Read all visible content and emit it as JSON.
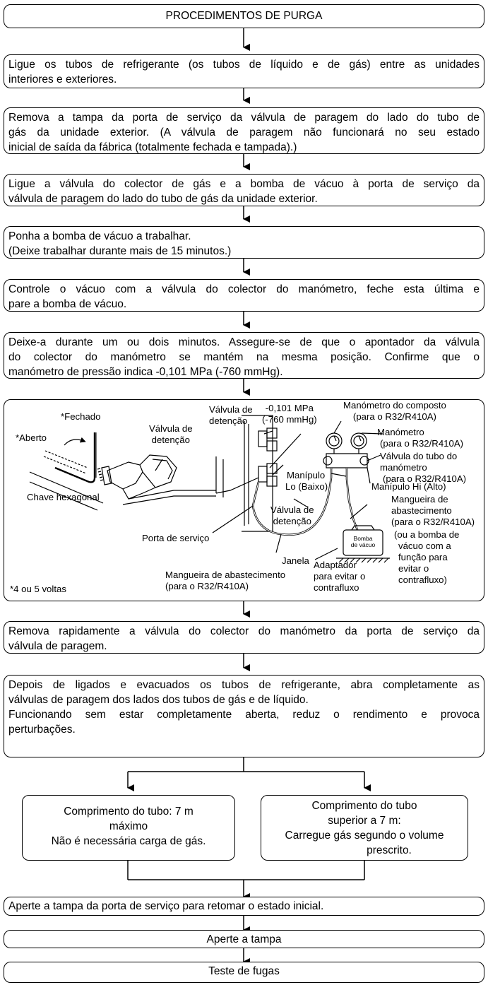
{
  "title": "PROCEDIMENTOS DE PURGA",
  "steps": {
    "s1": [
      "Ligue os tubos de refrigerante (os tubos de líquido e de gás) entre as unidades",
      "interiores e exteriores."
    ],
    "s2": [
      "Remova a tampa da porta de serviço da válvula de paragem do lado do tubo de",
      "gás da unidade exterior. (A válvula de paragem não funcionará no seu estado",
      "inicial de saída da fábrica (totalmente fechada e tampada).)"
    ],
    "s3": [
      "Ligue a válvula do colector de gás e a bomba de vácuo à porta de serviço da",
      "válvula de paragem do lado do tubo de gás da unidade exterior."
    ],
    "s4": [
      "Ponha a bomba de vácuo a trabalhar.",
      "(Deixe trabalhar durante mais de 15 minutos.)"
    ],
    "s5": [
      "Controle o vácuo com a válvula do colector do manómetro, feche esta última e",
      "pare a bomba de vácuo."
    ],
    "s6": [
      "Deixe-a durante um ou dois minutos. Assegure-se de que o apontador da válvula",
      "do colector do manómetro se mantém na mesma posição. Confirme que o",
      "manómetro de pressão indica -0,101 MPa (-760 mmHg)."
    ],
    "s7": [
      "Remova rapidamente a válvula do colector do manómetro da porta de serviço da",
      "válvula de paragem."
    ],
    "s8": [
      "Depois de ligados e evacuados os tubos de refrigerante, abra completamente as",
      "válvulas de paragem dos lados dos tubos de gás e de líquido.",
      "Funcionando sem estar completamente aberta, reduz o rendimento e provoca",
      "perturbações."
    ],
    "branch_left": [
      "Comprimento do tubo: 7 m",
      "máximo",
      "Não é necessária carga de gás."
    ],
    "branch_right": [
      "Comprimento do tubo",
      "superior a 7 m:",
      "Carregue gás segundo o volume",
      "prescrito."
    ],
    "s9": "Aperte a tampa da porta de serviço para retomar o estado inicial.",
    "s10": "Aperte a tampa",
    "s11": "Teste de fugas"
  },
  "diagram": {
    "fechado": "*Fechado",
    "aberto": "*Aberto",
    "chave": "Chave hexagonal",
    "valvula_detencao_left": [
      "Válvula de",
      "detenção"
    ],
    "valvula_detencao_top": [
      "Válvula de",
      "detenção"
    ],
    "pressure": [
      "-0,101 MPa",
      "(-760 mmHg)"
    ],
    "manometro_composto": [
      "Manómetro do composto",
      "(para o R32/R410A)"
    ],
    "manometro": [
      "Manómetro",
      "(para o R32/R410A)"
    ],
    "valvula_tubo": [
      "Válvula do tubo do",
      "manómetro",
      "(para o R32/R410A)"
    ],
    "manipulo_lo": [
      "Manípulo",
      "Lo (Baixo)"
    ],
    "manipulo_hi": "Manípulo Hi (Alto)",
    "valvula_detencao_mid": [
      "Válvula de",
      "detenção"
    ],
    "mangueira_right": [
      "Mangueira de",
      "abastecimento",
      "(para o R32/R410A)"
    ],
    "porta_servico": "Porta de serviço",
    "bomba": [
      "Bomba",
      "de vácuo"
    ],
    "ou_bomba": [
      "(ou a bomba de",
      "vácuo com a",
      "função para",
      "evitar o",
      "contrafluxo)"
    ],
    "janela": "Janela",
    "mangueira_bottom": [
      "Mangueira de abastecimento",
      "(para o R32/R410A)"
    ],
    "adaptador": [
      "Adaptador",
      "para evitar o",
      "contrafluxo"
    ],
    "voltas": "*4 ou 5 voltas"
  }
}
